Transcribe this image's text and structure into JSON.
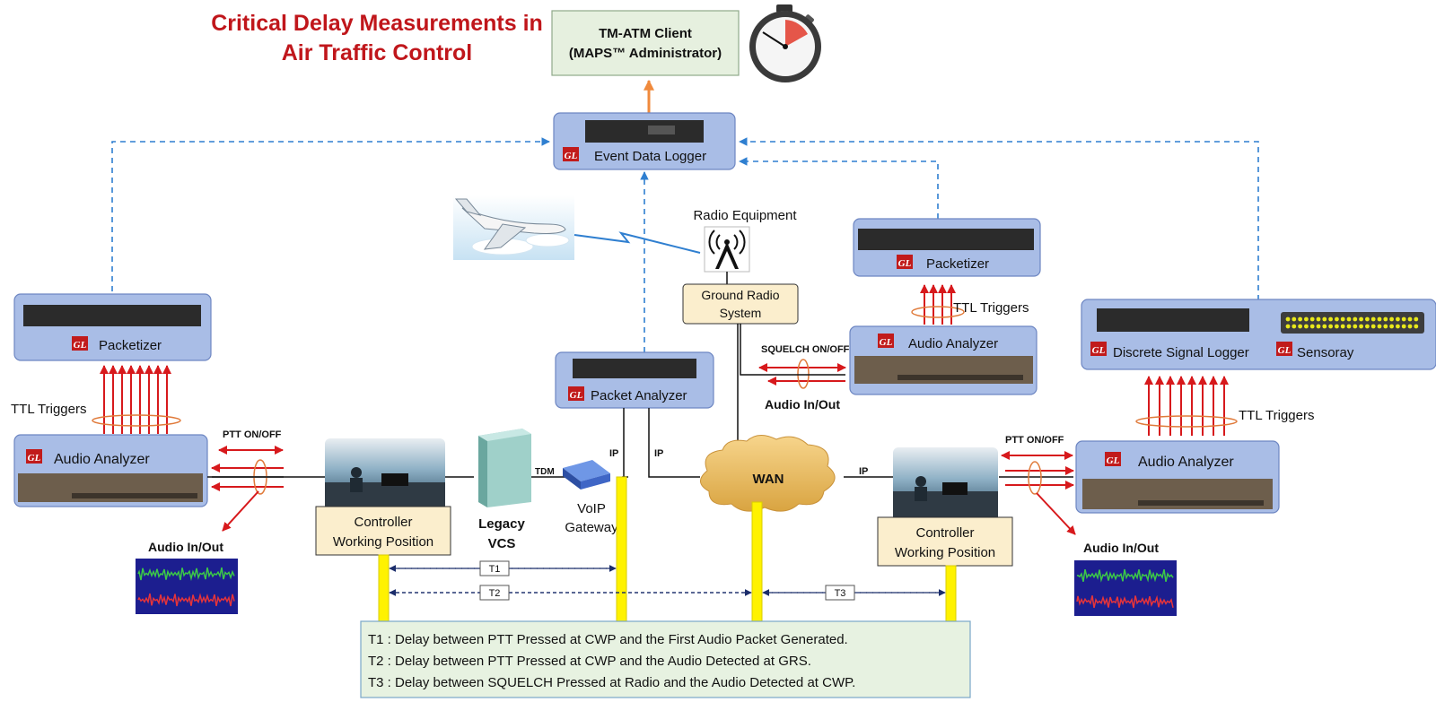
{
  "title": [
    "Critical Delay Measurements in",
    "Air Traffic Control"
  ],
  "tmatm": {
    "line1": "TM-ATM Client",
    "line2": "(MAPS™ Administrator)"
  },
  "gl_badge": "GL",
  "nodes": {
    "event_logger": "Event Data Logger",
    "packetizer_left": "Packetizer",
    "packetizer_right": "Packetizer",
    "audio_left": "Audio Analyzer",
    "audio_mid": "Audio Analyzer",
    "audio_right": "Audio Analyzer",
    "packet_analyzer": "Packet Analyzer",
    "discrete_logger": "Discrete Signal Logger",
    "sensoray": "Sensoray",
    "radio_equipment": "Radio Equipment",
    "ground_radio": [
      "Ground Radio",
      "System"
    ],
    "legacy_vcs": [
      "Legacy",
      "VCS"
    ],
    "voip_gateway": [
      "VoIP",
      "Gateway"
    ],
    "wan": "WAN",
    "cwp_left": [
      "Controller",
      "Working Position"
    ],
    "cwp_right": [
      "Controller",
      "Working Position"
    ]
  },
  "labels": {
    "ttl_left": "TTL Triggers",
    "ttl_mid": "TTL Triggers",
    "ttl_right": "TTL Triggers",
    "ptt_left": "PTT ON/OFF",
    "ptt_right": "PTT ON/OFF",
    "squelch": "SQUELCH ON/OFF",
    "audio_io_left": "Audio In/Out",
    "audio_io_mid": "Audio In/Out",
    "audio_io_right": "Audio In/Out",
    "tdm": "TDM",
    "ip_1": "IP",
    "ip_2": "IP",
    "ip_3": "IP",
    "t1": "T1",
    "t2": "T2",
    "t3": "T3"
  },
  "legend": [
    "T1 : Delay between PTT Pressed at CWP and the First Audio Packet Generated.",
    "T2 : Delay between PTT Pressed at CWP and the Audio Detected at GRS.",
    "T3 : Delay between SQUELCH Pressed at Radio and the Audio Detected at CWP."
  ],
  "icons": [
    "stopwatch-icon",
    "airplane-icon",
    "radio-tower-icon",
    "server-tower-icon",
    "wan-cloud-icon",
    "waveform-icon",
    "control-tower-photo-icon"
  ],
  "colors": {
    "title": "#c0161b",
    "box": "#a9bde6",
    "red_signal": "#d7191c",
    "dashed": "#2f7fd0",
    "timeline": "#fff200",
    "legend_bg": "#e7f2e1",
    "arrow_orange": "#f08a3c"
  }
}
